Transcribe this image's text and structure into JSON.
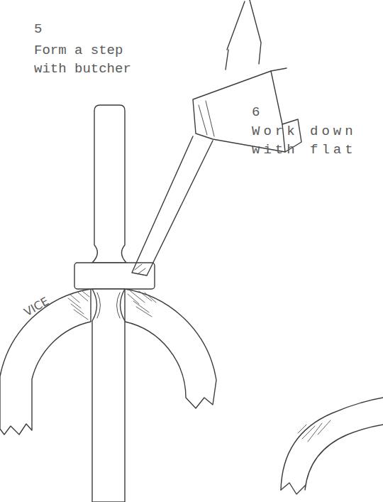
{
  "diagram": {
    "labels": [
      "5",
      "Form a step with butcher",
      "6",
      "Work down with flat",
      "VICE"
    ]
  }
}
